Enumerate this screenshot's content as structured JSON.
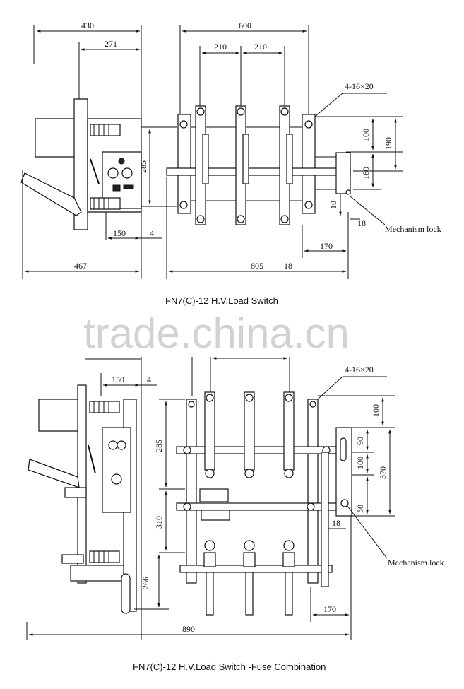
{
  "watermark": "trade.china.cn",
  "drawing1": {
    "caption": "FN7(C)-12 H.V.Load Switch",
    "dims": {
      "d430": "430",
      "d271": "271",
      "d600": "600",
      "d210a": "210",
      "d210b": "210",
      "holes": "4-16×20",
      "d100": "100",
      "d190": "190",
      "d285": "285",
      "d180": "180",
      "d10": "10",
      "d18a": "18",
      "d150": "150",
      "d4": "4",
      "d170": "170",
      "d467": "467",
      "d805": "805",
      "d18b": "18"
    },
    "lock_label": "Mechanism lock"
  },
  "drawing2": {
    "caption": "FN7(C)-12 H.V.Load Switch -Fuse Combination",
    "dims": {
      "d150": "150",
      "d4": "4",
      "holes": "4-16×20",
      "d100a": "100",
      "d90": "90",
      "d100b": "100",
      "d370": "370",
      "d50": "50",
      "d285": "285",
      "d310": "310",
      "d18": "18",
      "d266": "266",
      "d170": "170",
      "d890": "890"
    },
    "lock_label": "Mechanism lock"
  }
}
